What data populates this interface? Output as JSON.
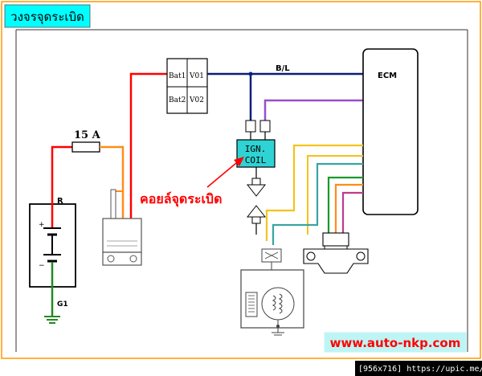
{
  "title": "วงจรจุดระเบิด",
  "fuse_label": "15 A",
  "battery_wire_label": "R",
  "ground_label": "G1",
  "relay": {
    "bat1": "Bat1",
    "v01": "V01",
    "bat2": "Bat2",
    "v02": "V02"
  },
  "bus_label": "B/L",
  "ecm_label": "ECM",
  "coil_label_line1": "IGN.",
  "coil_label_line2": "COIL",
  "callout_text": "คอยล์จุดระเบิด",
  "website": "www.auto-nkp.com",
  "footer": "[956x716] https://upic.me/",
  "colors": {
    "title_bg": "#00ffff",
    "border": "#ff9900",
    "red_wire": "#ff0000",
    "orange_wire": "#ff8c1a",
    "navy_wire": "#0a1e78",
    "purple_wire": "#9b4dca",
    "yellow_wire": "#f5c21b",
    "teal_wire": "#3aa3a3",
    "green_wire": "#1a9a2a",
    "pink_wire": "#c03a8a",
    "ground_wire": "#228b22",
    "coil_fill": "#2fd3d3",
    "website_bg": "#bff4f4",
    "website_text": "#ff0000"
  }
}
